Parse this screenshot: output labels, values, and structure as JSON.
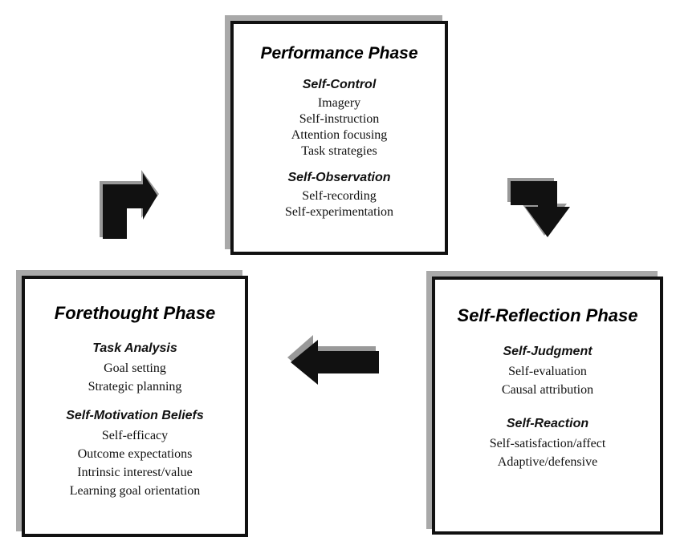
{
  "performance": {
    "title": "Performance Phase",
    "sections": [
      {
        "title": "Self-Control",
        "items": [
          "Imagery",
          "Self-instruction",
          "Attention focusing",
          "Task strategies"
        ]
      },
      {
        "title": "Self-Observation",
        "items": [
          "Self-recording",
          "Self-experimentation"
        ]
      }
    ]
  },
  "forethought": {
    "title": "Forethought Phase",
    "sections": [
      {
        "title": "Task Analysis",
        "items": [
          "Goal setting",
          "Strategic planning"
        ]
      },
      {
        "title": "Self-Motivation Beliefs",
        "items": [
          "Self-efficacy",
          "Outcome expectations",
          "Intrinsic interest/value",
          "Learning goal orientation"
        ]
      }
    ]
  },
  "selfreflection": {
    "title": "Self-Reflection Phase",
    "sections": [
      {
        "title": "Self-Judgment",
        "items": [
          "Self-evaluation",
          "Causal attribution"
        ]
      },
      {
        "title": "Self-Reaction",
        "items": [
          "Self-satisfaction/affect",
          "Adaptive/defensive"
        ]
      }
    ]
  },
  "colors": {
    "box_border": "#111111",
    "box_shadow": "#a9a9a9",
    "arrow": "#111111"
  }
}
